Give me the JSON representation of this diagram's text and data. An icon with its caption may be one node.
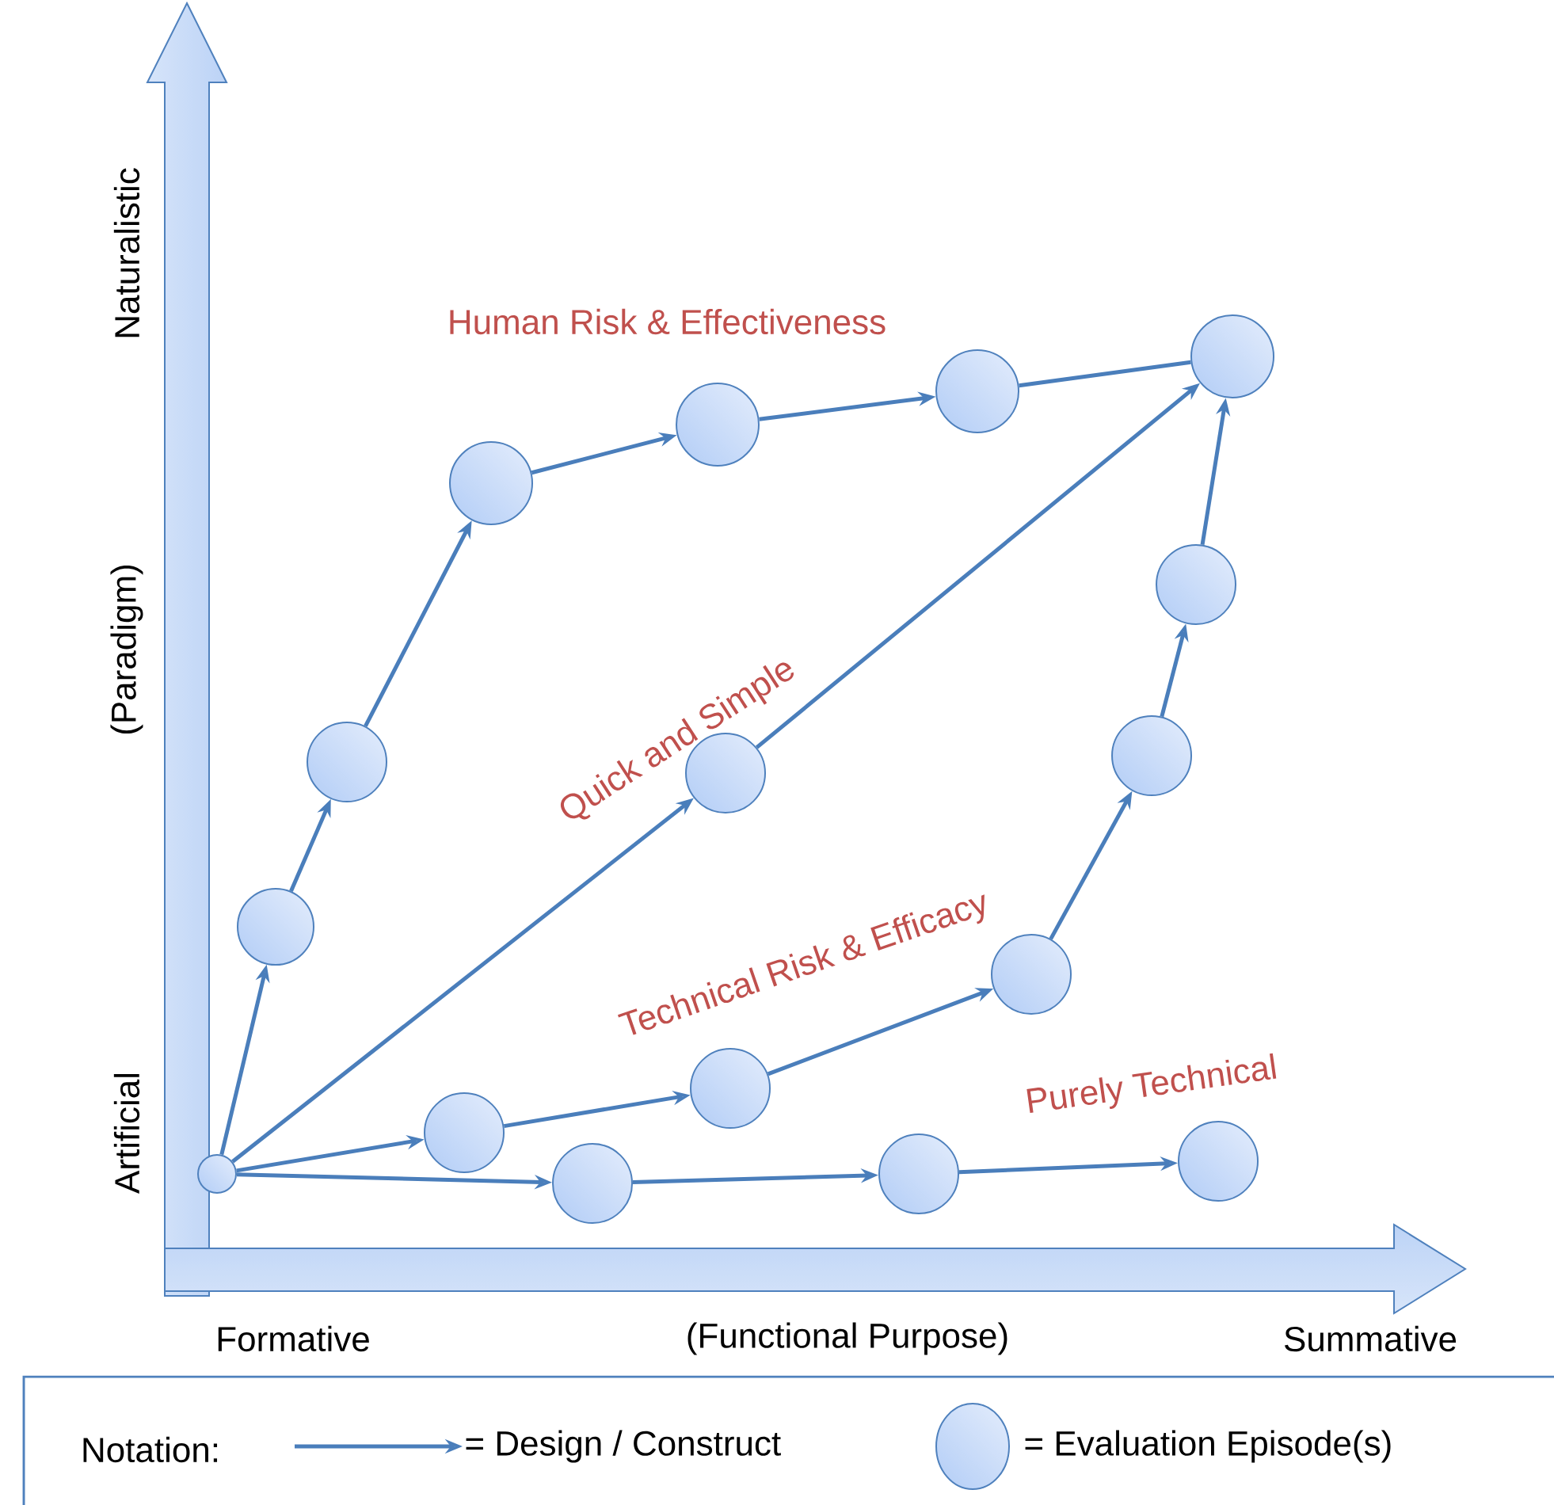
{
  "diagram": {
    "nodes": [
      {
        "text": [],
        "shape": "circle"
      },
      {
        "text": [],
        "shape": "circle"
      },
      {
        "text": [],
        "shape": "circle"
      },
      {
        "text": [],
        "shape": "circle"
      },
      {
        "text": [],
        "shape": "circle"
      },
      {
        "text": [],
        "shape": "circle"
      },
      {
        "text": [],
        "shape": "circle"
      },
      {
        "text": [],
        "shape": "circle"
      },
      {
        "text": [],
        "shape": "circle"
      },
      {
        "text": [],
        "shape": "circle"
      },
      {
        "text": [],
        "shape": "circle"
      },
      {
        "text": [],
        "shape": "circle"
      },
      {
        "text": [],
        "shape": "circle"
      },
      {
        "text": [],
        "shape": "circle"
      },
      {
        "text": [],
        "shape": "circle"
      },
      {
        "text": [],
        "shape": "circle"
      }
    ],
    "edges": [
      {
        "from": 0,
        "to": 1,
        "arrow": "to"
      },
      {
        "from": 1,
        "to": 2,
        "arrow": "to"
      },
      {
        "from": 2,
        "to": 3,
        "arrow": "to"
      },
      {
        "from": 3,
        "to": 4,
        "arrow": "to"
      },
      {
        "from": 4,
        "to": 5,
        "arrow": "to"
      },
      {
        "from": 5,
        "to": 6,
        "arrow": "none"
      },
      {
        "from": 0,
        "to": 7,
        "arrow": "to"
      },
      {
        "from": 7,
        "to": 6,
        "arrow": "to"
      },
      {
        "from": 0,
        "to": 8,
        "arrow": "to"
      },
      {
        "from": 8,
        "to": 9,
        "arrow": "to"
      },
      {
        "from": 9,
        "to": 10,
        "arrow": "to"
      },
      {
        "from": 10,
        "to": 11,
        "arrow": "to"
      },
      {
        "from": 11,
        "to": 12,
        "arrow": "to"
      },
      {
        "from": 12,
        "to": 6,
        "arrow": "to"
      },
      {
        "from": 0,
        "to": 13,
        "arrow": "to"
      },
      {
        "from": 13,
        "to": 14,
        "arrow": "to"
      },
      {
        "from": 14,
        "to": 15,
        "arrow": "to"
      }
    ],
    "labels": [
      "Naturalistic",
      "(Paradigm)",
      "Artificial",
      "Human Risk & Effectiveness",
      "Quick and Simple",
      "Technical Risk & Efficacy",
      "Purely Technical",
      "Formative",
      "(Functional Purpose)",
      "Summative",
      "Notation:"
    ],
    "legend": [
      {
        "text": "= Design / Construct"
      },
      {
        "text": "= Evaluation Episode(s)"
      }
    ]
  }
}
